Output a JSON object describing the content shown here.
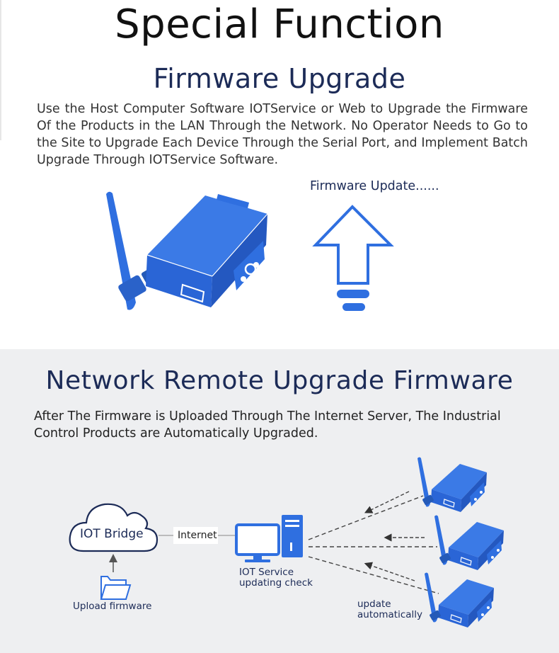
{
  "header": {
    "title": "Special Function"
  },
  "firmware_upgrade": {
    "heading": "Firmware Upgrade",
    "description": "Use the Host Computer Software IOTService or Web to Upgrade the Firmware Of the Products in the LAN Through the Network. No Operator Needs to Go to the Site to Upgrade Each Device Through the Serial Port, and Implement Batch Upgrade Through IOTService Software.",
    "update_label": "Firmware Update......",
    "icons": [
      "router-device-icon",
      "upload-arrow-icon"
    ]
  },
  "remote_upgrade": {
    "heading": "Network Remote Upgrade Firmware",
    "description": "After The Firmware is Uploaded Through The Internet Server, The Industrial Control Products are Automatically Upgraded.",
    "diagram": {
      "cloud_label": "IOT Bridge",
      "internet_label": "Internet",
      "upload_label": "Upload firmware",
      "service_label_line1": "IOT Service",
      "service_label_line2": "updating check",
      "auto_label_line1": "update",
      "auto_label_line2": "automatically",
      "icons": [
        "cloud-icon",
        "folder-icon",
        "computer-icon",
        "router-device-icon"
      ]
    }
  },
  "colors": {
    "accent_blue": "#2f6fe0",
    "heading_navy": "#1c2b57",
    "bottom_background": "#eeeff1"
  }
}
